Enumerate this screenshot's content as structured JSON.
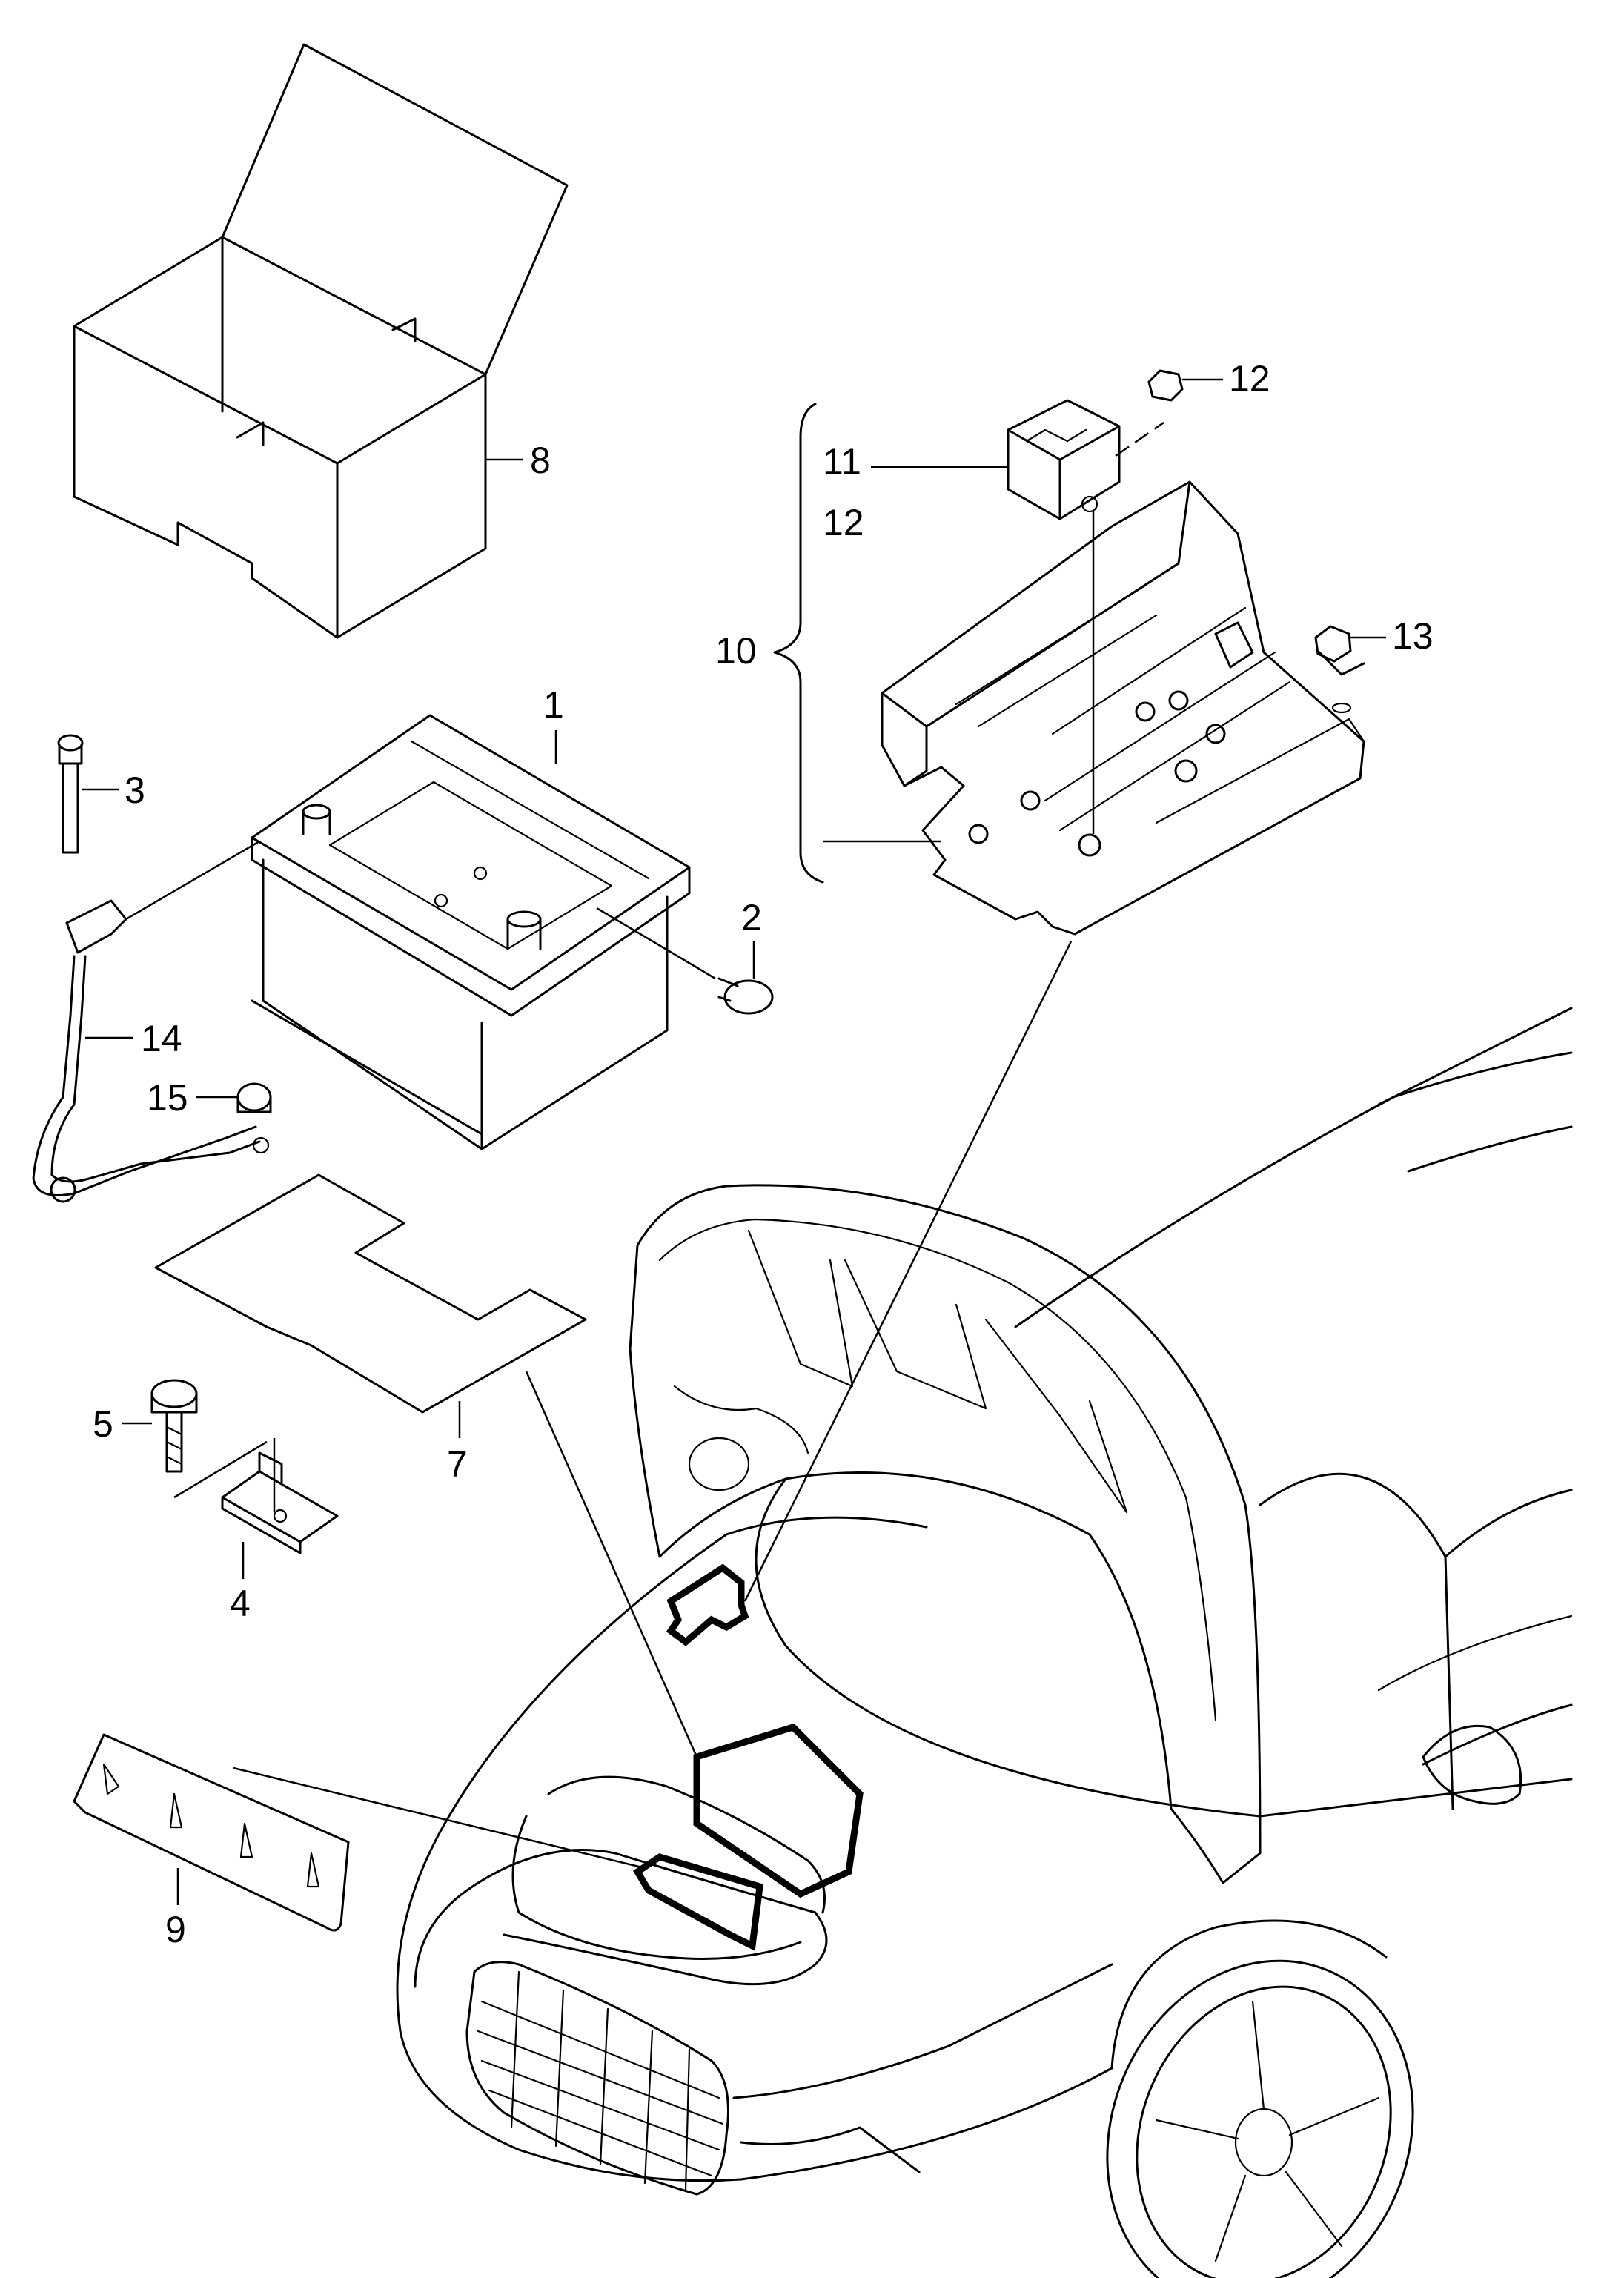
{
  "callouts": {
    "c1": "1",
    "c2": "2",
    "c3": "3",
    "c4": "4",
    "c5": "5",
    "c7": "7",
    "c8": "8",
    "c9": "9",
    "c10": "10",
    "c11": "11",
    "c12a": "12",
    "c12b": "12",
    "c13": "13",
    "c14": "14",
    "c15": "15"
  }
}
